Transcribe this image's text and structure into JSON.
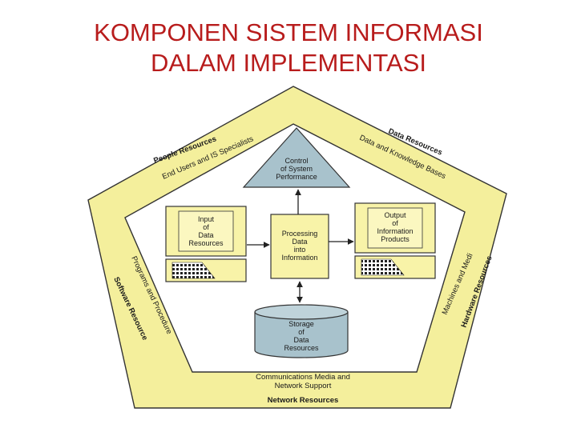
{
  "slide": {
    "title_line1": "KOMPONEN SISTEM INFORMASI",
    "title_line2": "DALAM IMPLEMENTASI"
  },
  "diagram": {
    "colors": {
      "frame_fill": "#f4ef9c",
      "box_fill": "#f8f3a8",
      "box_stroke": "#333333",
      "blue_fill": "#a8c2cc",
      "arrow": "#222222"
    },
    "outer_frame": {
      "people_resources": "People Resources",
      "end_users": "End Users and IS Specialists",
      "data_resources": "Data Resources",
      "data_knowledge": "Data and Knowledge Bases",
      "programs_procedures": "Programs and Procedures",
      "software_resources": "Software Resources",
      "machines_media": "Machines and Media",
      "hardware_resources": "Hardware Resources",
      "communications_line1": "Communications Media and",
      "communications_line2": "Network Support",
      "network_resources": "Network Resources"
    },
    "control": {
      "line1": "Control",
      "line2": "of System",
      "line3": "Performance"
    },
    "input": {
      "line1": "Input",
      "line2": "of",
      "line3": "Data",
      "line4": "Resources"
    },
    "processing": {
      "line1": "Processing",
      "line2": "Data",
      "line3": "into",
      "line4": "Information"
    },
    "output": {
      "line1": "Output",
      "line2": "of",
      "line3": "Information",
      "line4": "Products"
    },
    "storage": {
      "line1": "Storage",
      "line2": "of",
      "line3": "Data",
      "line4": "Resources"
    }
  }
}
